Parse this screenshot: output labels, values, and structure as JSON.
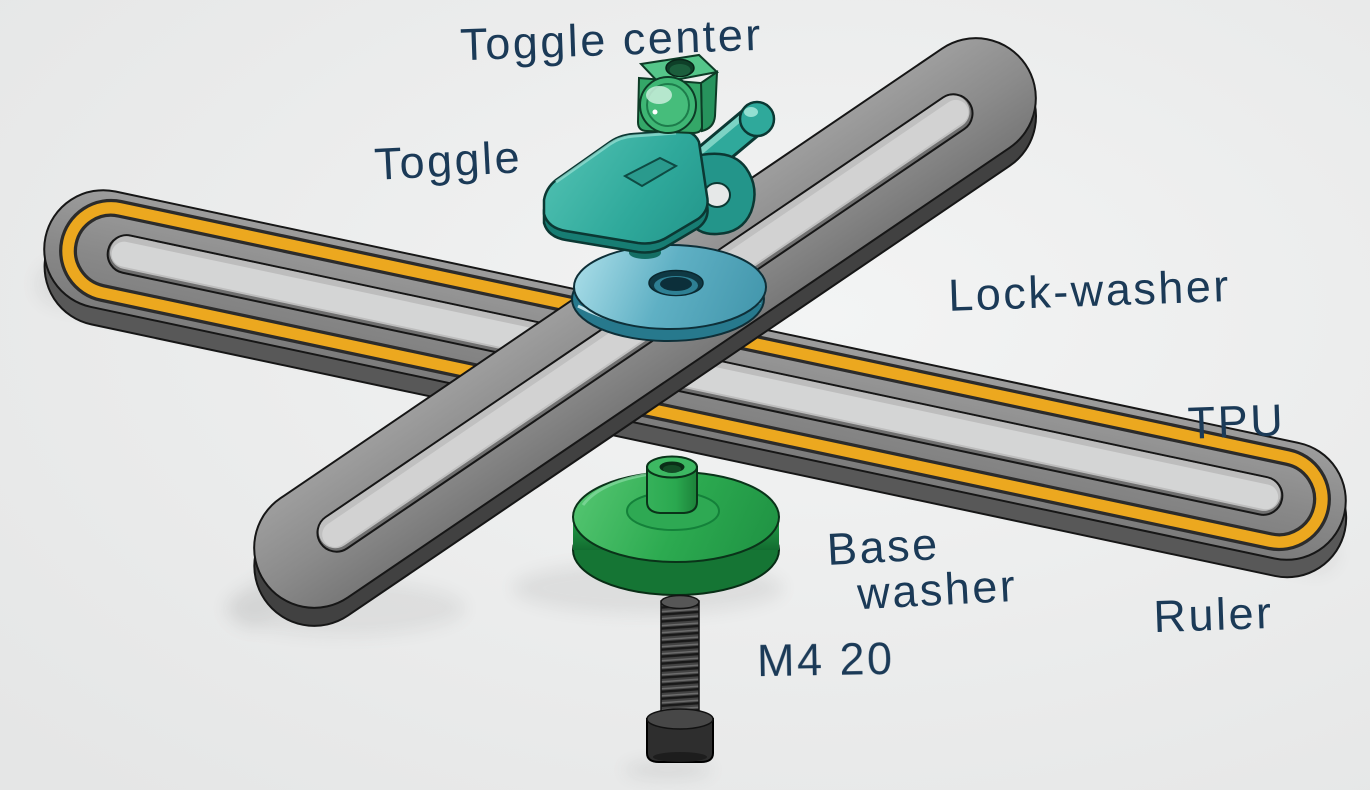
{
  "scene": {
    "background": "#e9eaea",
    "description": "Exploded CAD assembly render of a folding ruler locking mechanism"
  },
  "labels": {
    "toggle_center": "Toggle center",
    "toggle": "Toggle",
    "lock_washer": "Lock-washer",
    "tpu": "TPU",
    "base_washer": [
      "Base",
      "washer"
    ],
    "ruler": "Ruler",
    "m4_20": "M4 20"
  },
  "styles": {
    "label_color": "#1b3a57",
    "ruler_gray": "#8b8b8b",
    "tpu_yellow": "#eca81f",
    "lock_washer_teal": "#5fb0c4",
    "toggle_teal": "#2fa99b",
    "toggle_center_green": "#3eb674",
    "base_washer_green": "#2ca84f",
    "screw_dark": "#3a3a3a"
  },
  "parts": [
    {
      "id": "ruler-tpu",
      "label": "Ruler",
      "insert": "TPU",
      "color": "#8b8b8b",
      "insert_color": "#eca81f"
    },
    {
      "id": "ruler",
      "label": "Ruler",
      "color": "#8d8d8d"
    },
    {
      "id": "lock-washer",
      "label": "Lock-washer",
      "color": "#5fb0c4"
    },
    {
      "id": "toggle",
      "label": "Toggle",
      "color": "#2fa99b"
    },
    {
      "id": "toggle-center",
      "label": "Toggle center",
      "color": "#3eb674"
    },
    {
      "id": "base-washer",
      "label": "Base washer",
      "color": "#2ca84f"
    },
    {
      "id": "m4-screw",
      "label": "M4 20",
      "color": "#3a3a3a"
    }
  ]
}
